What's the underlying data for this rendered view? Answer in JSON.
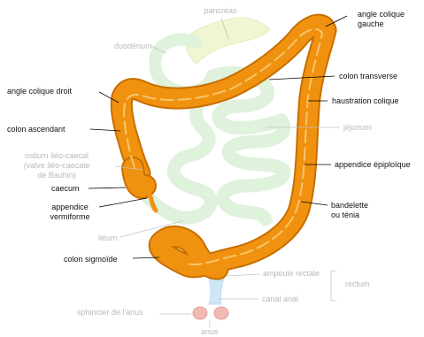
{
  "labels": {
    "pancreas": "pancréas",
    "duodenum": "duodénum",
    "angle_gauche": "angle colique\ngauche",
    "angle_droit": "angle colique droit",
    "colon_transverse": "colon transverse",
    "haustration": "haustration colique",
    "colon_ascendant": "colon ascendant",
    "jejunum": "jéjunum",
    "ostium": "ostium iléo-caecal\n(valve iléo-caecale\nde Bauhin)",
    "appendice_epiploique": "appendice épiploïque",
    "caecum": "caecum",
    "appendice_vermiforme": "appendice\nvermiforme",
    "bandelette": "bandelette\nou ténia",
    "ileum": "iléum",
    "colon_sigmoide": "colon sigmoïde",
    "ampoule": "ampoule rectale",
    "rectum": "rectum",
    "canal_anal": "canal anal",
    "sphincter": "sphincter de l'anus",
    "anus": "anus"
  },
  "colors": {
    "colon": "#f0920f",
    "colon_outline": "#c86e00",
    "colon_highlight": "#f7c56a",
    "small_intestine": "#dff2dc",
    "pancreas": "#eef6d2",
    "rectum": "#cfe6f5",
    "sphincter": "#f2b8b4"
  }
}
